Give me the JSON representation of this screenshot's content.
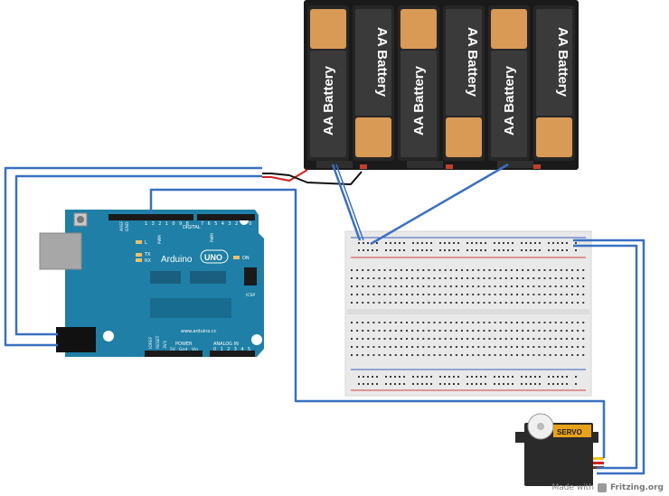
{
  "battery_pack": {
    "cell_label": "AA Battery",
    "cell_count": 6,
    "colors": {
      "case": "#1a1a1a",
      "copper": "#d89a55",
      "black": "#222222"
    }
  },
  "arduino": {
    "brand": "Arduino",
    "model": "UNO",
    "url": "www.arduino.cc",
    "digital_label": "DIGITAL",
    "analog_label": "ANALOG IN",
    "power_label": "POWER",
    "icsp_label": "ICSP",
    "on_label": "ON",
    "tx_label": "TX",
    "rx_label": "RX",
    "l_label": "L",
    "aref_label": "AREF",
    "gnd_label": "GND",
    "pwm_label": "PWM",
    "reset_label": "RESET",
    "ioref_label": "IOREF",
    "v33_label": "3V3",
    "v5_label": "5V",
    "gnd2_label": "Gnd",
    "vin_label": "Vin",
    "digital_pins": [
      "7",
      "6",
      "5",
      "4",
      "3",
      "2",
      "1",
      "0"
    ],
    "digital_pins_high": [
      "1",
      "3",
      "2",
      "1",
      "0",
      "9",
      "8"
    ],
    "analog_pins": [
      "0",
      "1",
      "2",
      "3",
      "4",
      "5"
    ],
    "color": "#1f7fa6"
  },
  "servo": {
    "label": "SERVO",
    "colors": {
      "body": "#2a2a2a",
      "label_bg": "#e8a21a"
    }
  },
  "breadboard": {
    "color": "#e9e9e9",
    "rail_red": "#d04040",
    "rail_blue": "#3a5fc0"
  },
  "wire_colors": {
    "blue": "#3a70c0",
    "red": "#d42020",
    "black": "#111111"
  },
  "footer": {
    "made_with": "Made with",
    "brand": "Fritzing.org"
  }
}
